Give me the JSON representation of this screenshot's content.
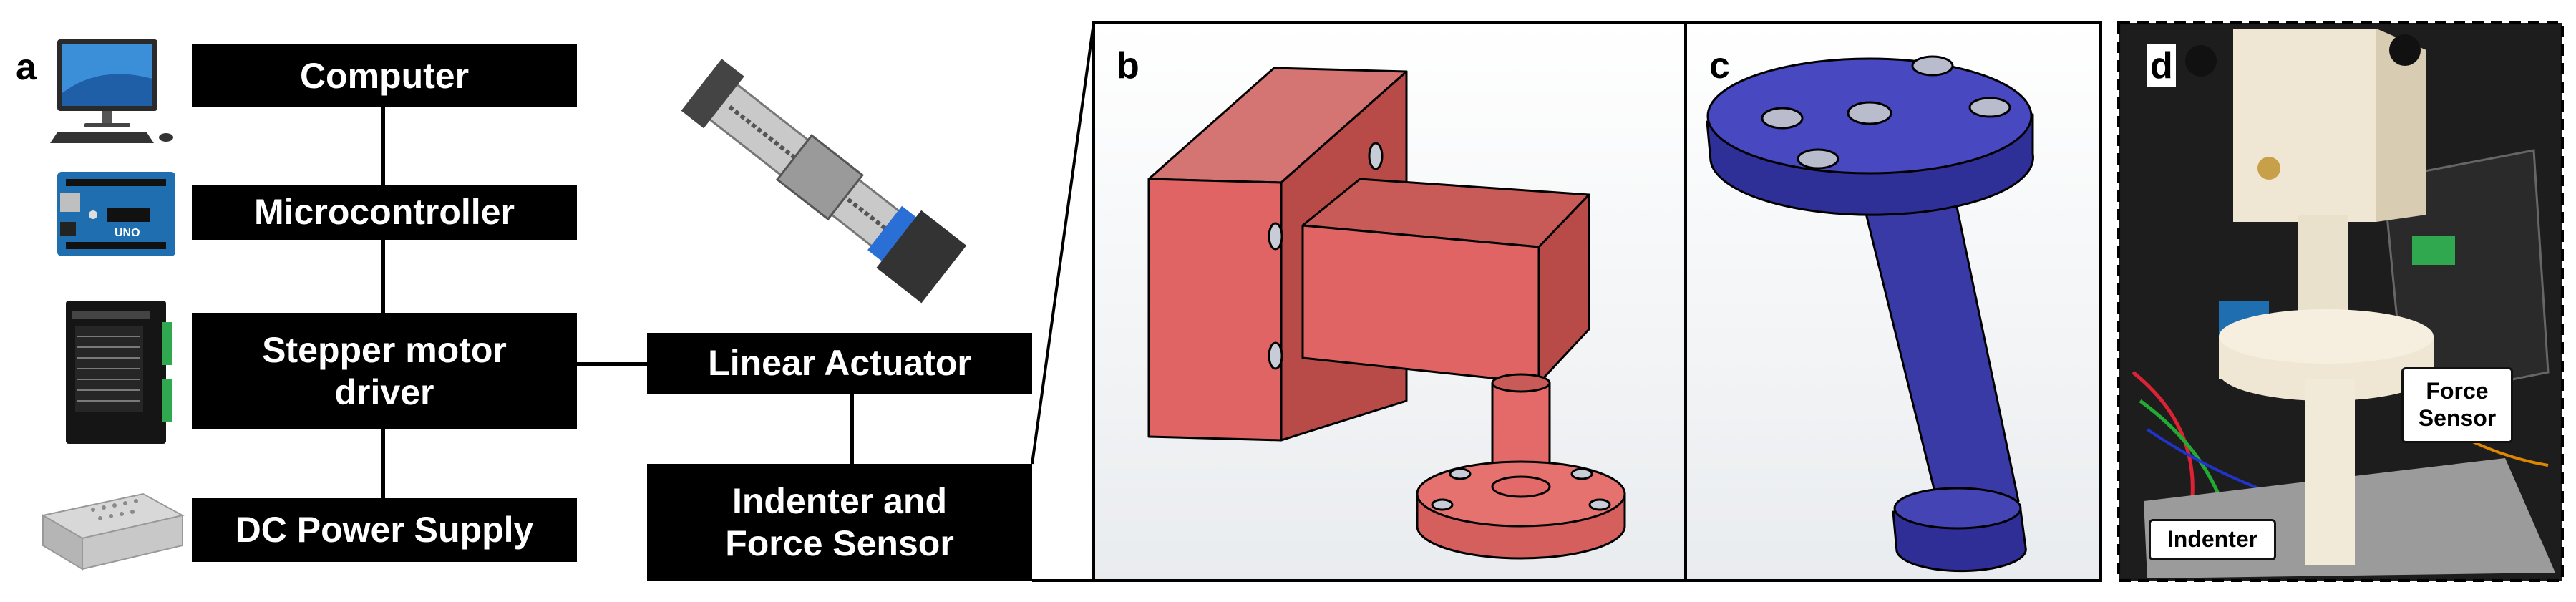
{
  "panels": {
    "a": "a",
    "b": "b",
    "c": "c",
    "d": "d"
  },
  "blocks": {
    "computer": "Computer",
    "microcontroller": "Microcontroller",
    "stepper_line1": "Stepper motor",
    "stepper_line2": "driver",
    "power": "DC Power Supply",
    "actuator": "Linear Actuator",
    "indenter_line1": "Indenter and",
    "indenter_line2": "Force Sensor"
  },
  "photo_labels": {
    "force_line1": "Force",
    "force_line2": "Sensor",
    "indenter": "Indenter"
  },
  "icons": [
    "computer-icon",
    "arduino-board-icon",
    "stepper-driver-icon",
    "power-supply-icon",
    "linear-actuator-icon"
  ],
  "colors": {
    "block_fill": "#000000",
    "holder_red": "#d9605e",
    "indenter_blue": "#3c3ca8",
    "photo_part": "#efe7d4"
  }
}
